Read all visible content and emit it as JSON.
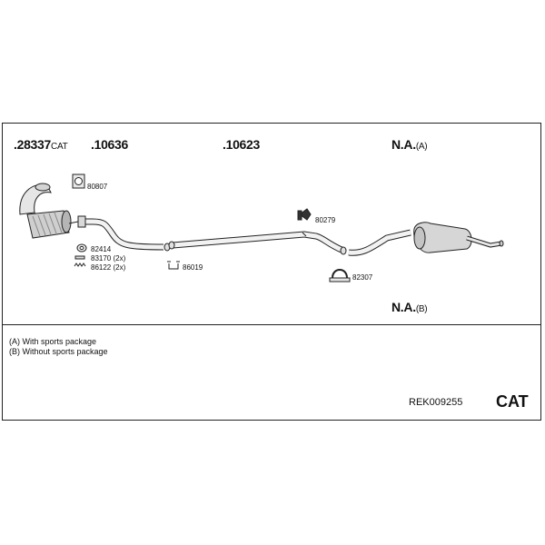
{
  "headers": [
    {
      "num": ".28337",
      "suffix": "CAT"
    },
    {
      "num": ".10636",
      "suffix": ""
    },
    {
      "num": ".10623",
      "suffix": ""
    },
    {
      "num": "N.A.",
      "suffix": "(A)"
    }
  ],
  "na_b": {
    "num": "N.A.",
    "suffix": "(B)"
  },
  "parts": {
    "p80807": "80807",
    "p80279": "80279",
    "p82414": "82414",
    "p83170": "83170 (2x)",
    "p86122": "86122 (2x)",
    "p86019": "86019",
    "p82307": "82307"
  },
  "legend": [
    "(A) With sports package",
    "(B) Without sports package"
  ],
  "ref_code": "REK009255",
  "category": "CAT"
}
